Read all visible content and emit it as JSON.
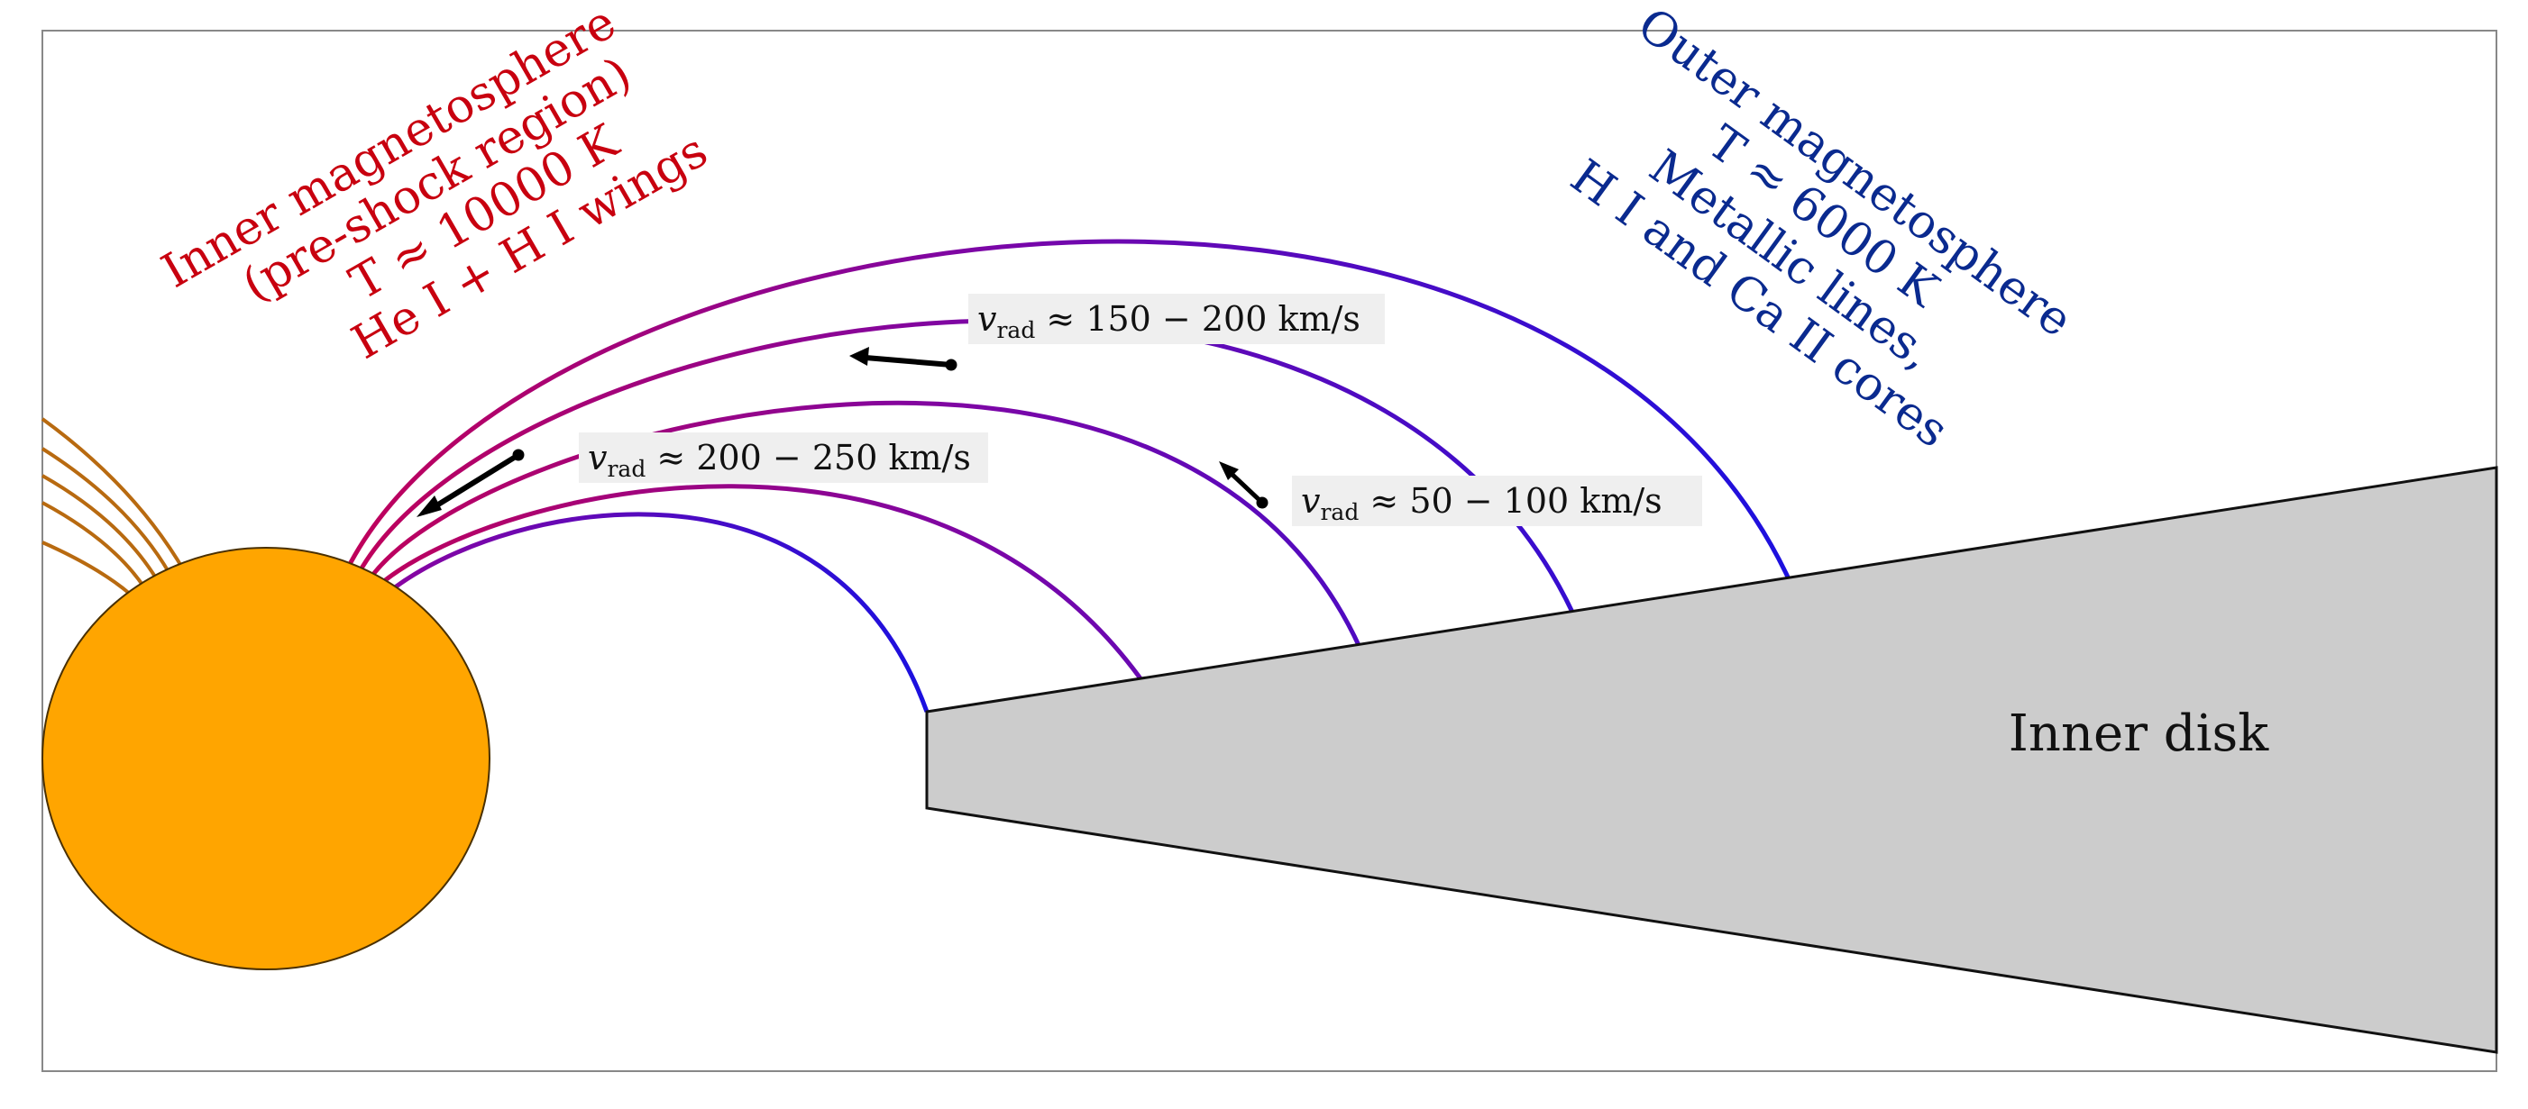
{
  "diagram": {
    "inner_magnetosphere": {
      "lines": [
        "Inner magnetosphere",
        "(pre-shock region)",
        "T ≈ 10000 K",
        "He I + H I wings"
      ],
      "color": "#c8000f"
    },
    "outer_magnetosphere": {
      "lines": [
        "Outer magnetosphere",
        "T ≈ 6000 K",
        "Metallic lines,",
        "H I and Ca II cores"
      ],
      "color": "#0a2a8f"
    },
    "velocity_labels": [
      {
        "var": "v",
        "sub": "rad",
        "rest": " ≈ 200 − 250 km/s"
      },
      {
        "var": "v",
        "sub": "rad",
        "rest": " ≈ 150 − 200 km/s"
      },
      {
        "var": "v",
        "sub": "rad",
        "rest": " ≈ 50 − 100 km/s"
      }
    ],
    "disk_label": "Inner disk",
    "colors": {
      "star": "#ffa500",
      "disk": "#cccccc",
      "field_line_start": "#c0005a",
      "field_line_end": "#1a10e0",
      "open_field_lines": "#b86a10"
    }
  }
}
